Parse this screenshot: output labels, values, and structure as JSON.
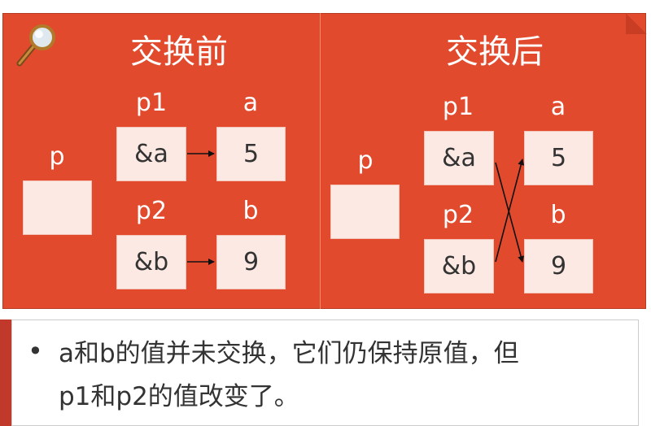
{
  "before": {
    "title": "交换前",
    "p_label": "p",
    "p1_label": "p1",
    "p2_label": "p2",
    "a_label": "a",
    "b_label": "b",
    "p1_value": "&a",
    "p2_value": "&b",
    "a_value": "5",
    "b_value": "9"
  },
  "after": {
    "title": "交换后",
    "p_label": "p",
    "p1_label": "p1",
    "p2_label": "p2",
    "a_label": "a",
    "b_label": "b",
    "p1_value": "&a",
    "p2_value": "&b",
    "a_value": "5",
    "b_value": "9"
  },
  "note": {
    "bullet": "•",
    "line1": "a和b的值并未交换，它们仍保持原值，但",
    "line2": "p1和p2的值改变了。"
  },
  "colors": {
    "panel": "#e24a2e",
    "box": "#fde9e3",
    "text": "#333333"
  }
}
